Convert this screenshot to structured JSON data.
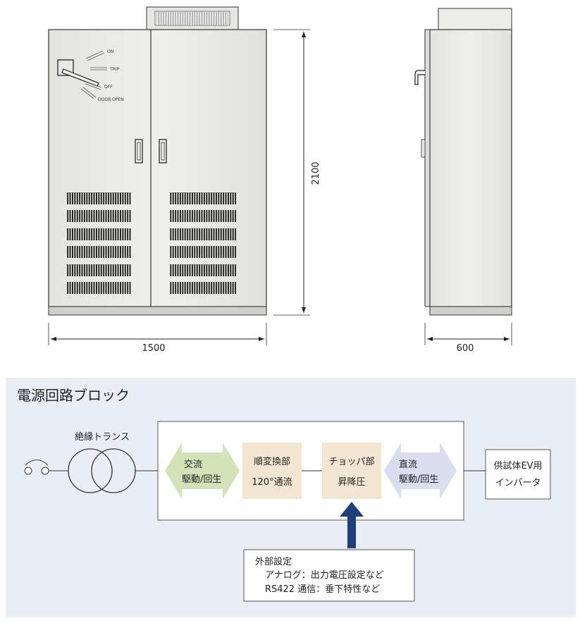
{
  "drawing": {
    "front_width_label": "1500",
    "height_label": "2100",
    "side_width_label": "600",
    "switch_labels": {
      "on": "ON",
      "trip": "TRIP",
      "off": "OFF",
      "door_open": "DOOR OPEN"
    }
  },
  "block": {
    "title": "電源回路ブロック",
    "transformer_label": "絶縁トランス",
    "ac_line1": "交流",
    "ac_line2": "駆動/回生",
    "conv_line1": "順変換部",
    "conv_line2": "120°通流",
    "chopper_line1": "チョッパ部",
    "chopper_line2": "昇降圧",
    "dc_line1": "直流",
    "dc_line2": "駆動/回生",
    "out_line1": "供試体EV用",
    "out_line2": "インバータ",
    "ext_title": "外部設定",
    "ext_line1": "アナログ：出力電圧設定など",
    "ext_line2": "RS422 通信：垂下特性など"
  },
  "colors": {
    "panel_bg": "#e9eef6",
    "ac_arrow": "#d3e2b8",
    "dc_arrow": "#d9ddee",
    "beige_box": "#f2e6d2",
    "blue_arrow": "#1f3f7a",
    "cabinet_fill": "#ecece9"
  }
}
